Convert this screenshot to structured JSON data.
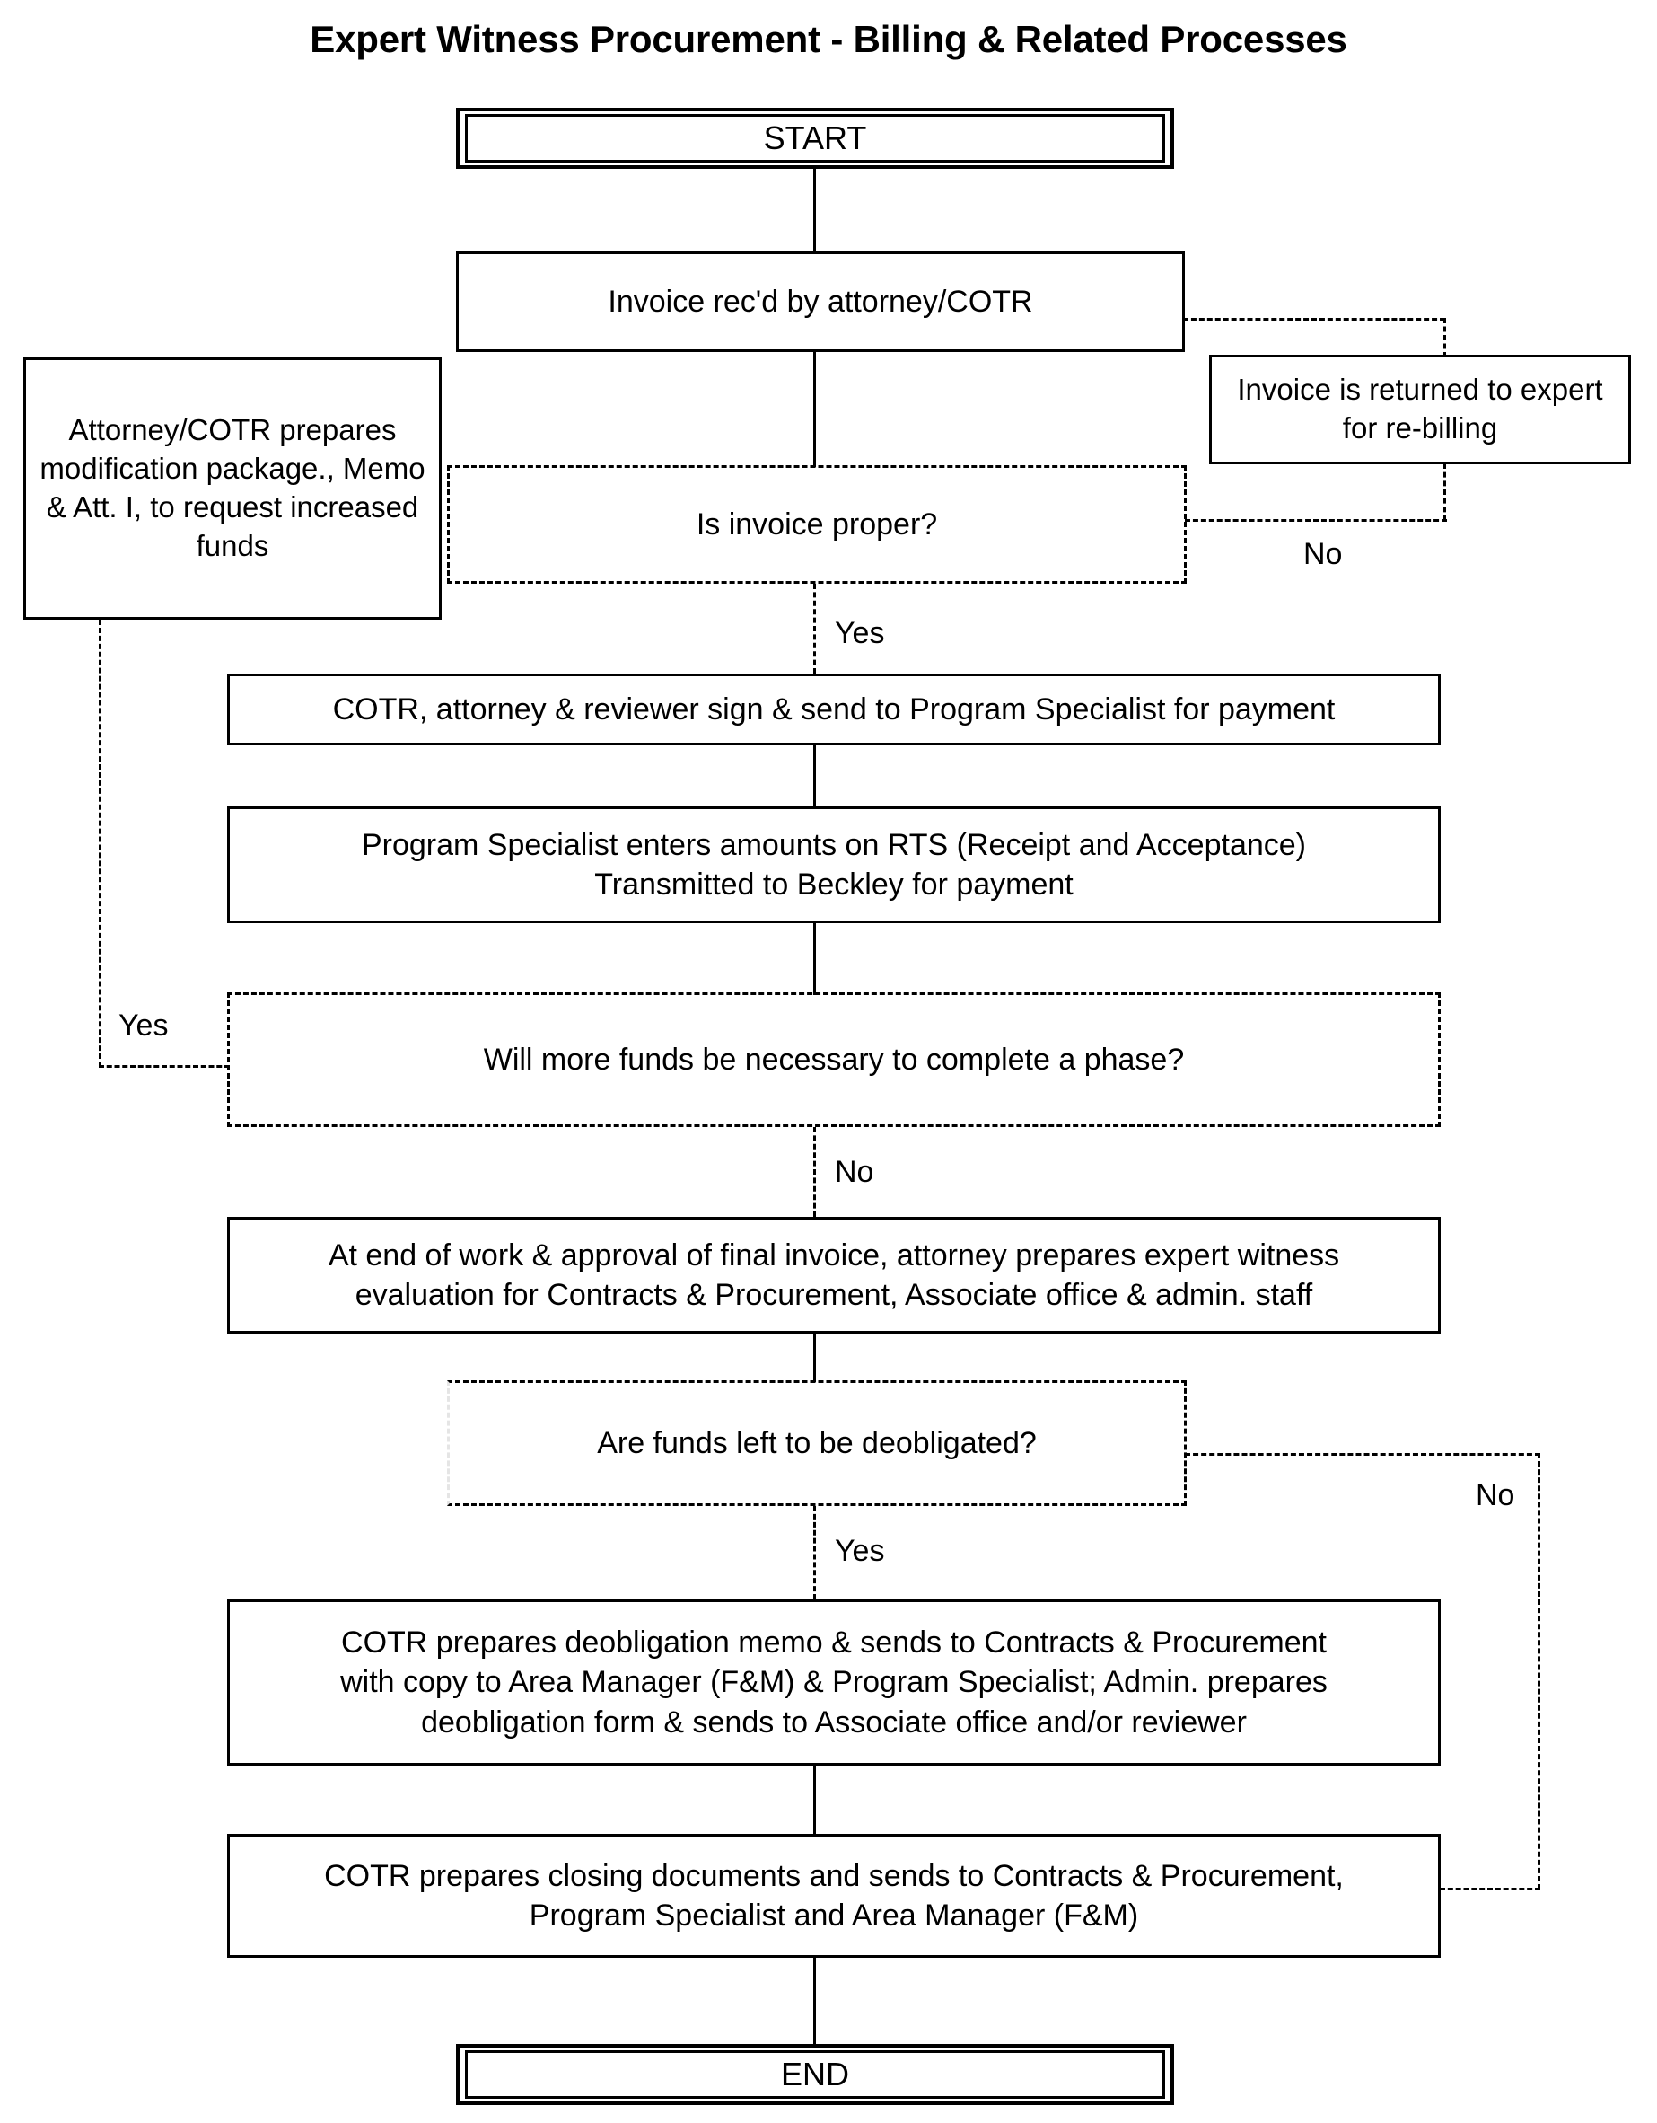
{
  "title": "Expert Witness Procurement - Billing & Related Processes",
  "chart_data": {
    "type": "diagram",
    "diagram_type": "flowchart",
    "title": "Expert Witness Procurement - Billing & Related Processes",
    "orientation": "top-to-bottom",
    "nodes": [
      {
        "id": "start",
        "shape": "terminator",
        "text": "START"
      },
      {
        "id": "invoice_recd",
        "shape": "process",
        "text": "Invoice rec'd by attorney/COTR"
      },
      {
        "id": "mod_package",
        "shape": "process",
        "text": "Attorney/COTR prepares modification package., Memo & Att. I, to request increased funds"
      },
      {
        "id": "returned",
        "shape": "process",
        "text": "Invoice is returned to expert for re-billing"
      },
      {
        "id": "proper",
        "shape": "decision",
        "text": "Is invoice proper?"
      },
      {
        "id": "sign_send",
        "shape": "process",
        "text": "COTR, attorney & reviewer sign & send to Program Specialist for payment"
      },
      {
        "id": "rts",
        "shape": "process",
        "text": "Program Specialist enters amounts on RTS (Receipt and Acceptance) Transmitted to Beckley for payment"
      },
      {
        "id": "more_funds",
        "shape": "decision",
        "text": "Will more funds be necessary to complete a phase?"
      },
      {
        "id": "evaluation",
        "shape": "process",
        "text": "At end of work & approval of final invoice, attorney prepares expert witness evaluation for Contracts & Procurement, Associate office & admin. staff"
      },
      {
        "id": "deobligated",
        "shape": "decision",
        "text": "Are funds left to be deobligated?"
      },
      {
        "id": "deob_memo",
        "shape": "process",
        "text": "COTR prepares deobligation memo & sends to Contracts & Procurement with copy to Area Manager (F&M) & Program Specialist; Admin. prepares deobligation form & sends to Associate office and/or reviewer"
      },
      {
        "id": "closing",
        "shape": "process",
        "text": "COTR prepares closing documents and sends to Contracts & Procurement, Program Specialist and Area Manager (F&M)"
      },
      {
        "id": "end",
        "shape": "terminator",
        "text": "END"
      }
    ],
    "edges": [
      {
        "from": "start",
        "to": "invoice_recd",
        "label": "",
        "style": "solid"
      },
      {
        "from": "invoice_recd",
        "to": "proper",
        "label": "",
        "style": "solid"
      },
      {
        "from": "proper",
        "to": "returned",
        "label": "No",
        "style": "dashed"
      },
      {
        "from": "returned",
        "to": "invoice_recd",
        "label": "",
        "style": "dashed"
      },
      {
        "from": "proper",
        "to": "sign_send",
        "label": "Yes",
        "style": "dashed"
      },
      {
        "from": "sign_send",
        "to": "rts",
        "label": "",
        "style": "solid"
      },
      {
        "from": "rts",
        "to": "more_funds",
        "label": "",
        "style": "solid"
      },
      {
        "from": "more_funds",
        "to": "mod_package",
        "label": "Yes",
        "style": "dashed"
      },
      {
        "from": "more_funds",
        "to": "evaluation",
        "label": "No",
        "style": "dashed"
      },
      {
        "from": "evaluation",
        "to": "deobligated",
        "label": "",
        "style": "solid"
      },
      {
        "from": "deobligated",
        "to": "deob_memo",
        "label": "Yes",
        "style": "dashed"
      },
      {
        "from": "deobligated",
        "to": "closing",
        "label": "No",
        "style": "dashed"
      },
      {
        "from": "deob_memo",
        "to": "closing",
        "label": "",
        "style": "solid"
      },
      {
        "from": "closing",
        "to": "end",
        "label": "",
        "style": "solid"
      }
    ]
  },
  "nodes": {
    "start": "START",
    "invoice_recd": "Invoice rec'd by attorney/COTR",
    "mod_package": "Attorney/COTR prepares modification package., Memo & Att. I, to request increased funds",
    "returned": "Invoice is returned to expert for re-billing",
    "proper": "Is invoice proper?",
    "sign_send": "COTR, attorney & reviewer sign & send to Program Specialist for payment",
    "rts_line1": "Program Specialist enters amounts on RTS (Receipt and Acceptance)",
    "rts_line2": "Transmitted to Beckley for payment",
    "more_funds": "Will more funds be necessary to complete a phase?",
    "evaluation_line1": "At end of work & approval of final invoice, attorney prepares expert witness",
    "evaluation_line2": "evaluation for Contracts & Procurement, Associate office & admin. staff",
    "deobligated": "Are funds left to be deobligated?",
    "deob_memo_line1": "COTR prepares deobligation memo & sends to Contracts & Procurement",
    "deob_memo_line2": "with copy to Area Manager (F&M) & Program Specialist; Admin. prepares",
    "deob_memo_line3": "deobligation form & sends to Associate office and/or reviewer",
    "closing_line1": "COTR prepares closing documents and sends to Contracts & Procurement,",
    "closing_line2": "Program Specialist and Area Manager (F&M)",
    "end": "END"
  },
  "labels": {
    "no_invoice_proper": "No",
    "yes_invoice_proper": "Yes",
    "yes_more_funds": "Yes",
    "no_more_funds": "No",
    "no_deobligated": "No",
    "yes_deobligated": "Yes"
  }
}
